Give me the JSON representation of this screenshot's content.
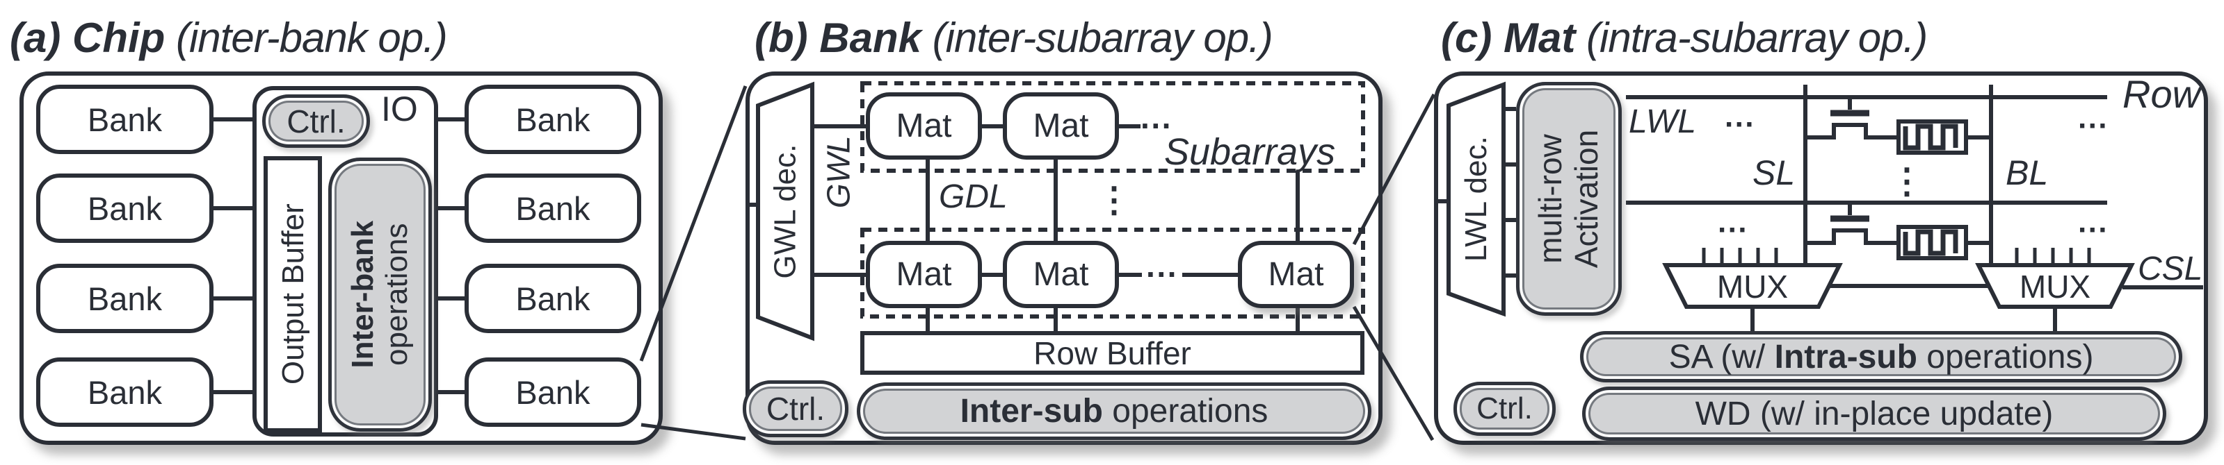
{
  "colors": {
    "stroke": "#2a2e36",
    "gray_fill": "#d2d3d5",
    "background": "#ffffff"
  },
  "labels": {
    "bank": "Bank",
    "mat": "Mat",
    "ctrl": "Ctrl.",
    "io": "IO",
    "mux": "MUX",
    "hdots": "···",
    "vdots": "⋮"
  },
  "panel_a": {
    "title_bold": "(a) Chip",
    "title_rest": " (inter-bank op.)",
    "output_buffer": "Output Buffer",
    "interbank_line1": "Inter-bank",
    "interbank_line2": "operations"
  },
  "panel_b": {
    "title_bold": "(b) Bank",
    "title_rest": " (inter-subarray op.)",
    "gwl_dec": "GWL dec.",
    "gwl": "GWL",
    "gdl": "GDL",
    "subarrays": "Subarrays",
    "row_buffer": "Row Buffer",
    "intersub_bold": "Inter-sub",
    "intersub_rest": " operations"
  },
  "panel_c": {
    "title_bold": "(c) Mat",
    "title_rest": " (intra-subarray op.)",
    "lwl_dec": "LWL dec.",
    "multirow_line1": "multi-row",
    "multirow_line2": "Activation",
    "lwl": "LWL",
    "sl": "SL",
    "bl": "BL",
    "row": "Row",
    "csl": "CSL",
    "sa_prefix": "SA (w/ ",
    "sa_bold": "Intra-sub",
    "sa_suffix": " operations)",
    "wd": "WD (w/ in-place update)"
  }
}
